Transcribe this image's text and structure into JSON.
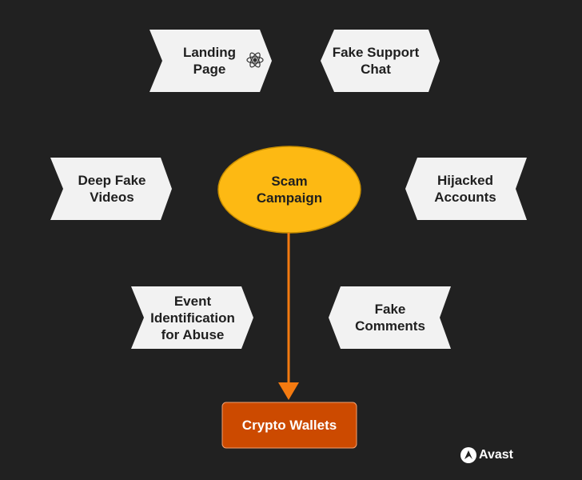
{
  "diagram": {
    "center": "Scam Campaign",
    "target": "Crypto Wallets",
    "nodes": {
      "landing_page": "Landing Page",
      "fake_support_chat": "Fake Support Chat",
      "deep_fake_videos": "Deep Fake Videos",
      "hijacked_accounts": "Hijacked Accounts",
      "event_identification": "Event Identification for Abuse",
      "fake_comments": "Fake Comments"
    },
    "brand": "Avast",
    "colors": {
      "background": "#212121",
      "node_fill": "#f2f2f2",
      "center_fill": "#fdb913",
      "center_stroke": "#c98f00",
      "target_fill": "#cc4a00",
      "arrow": "#f47a10"
    },
    "icons": {
      "landing_page": "atom-icon",
      "brand": "avast-logo-icon"
    }
  }
}
